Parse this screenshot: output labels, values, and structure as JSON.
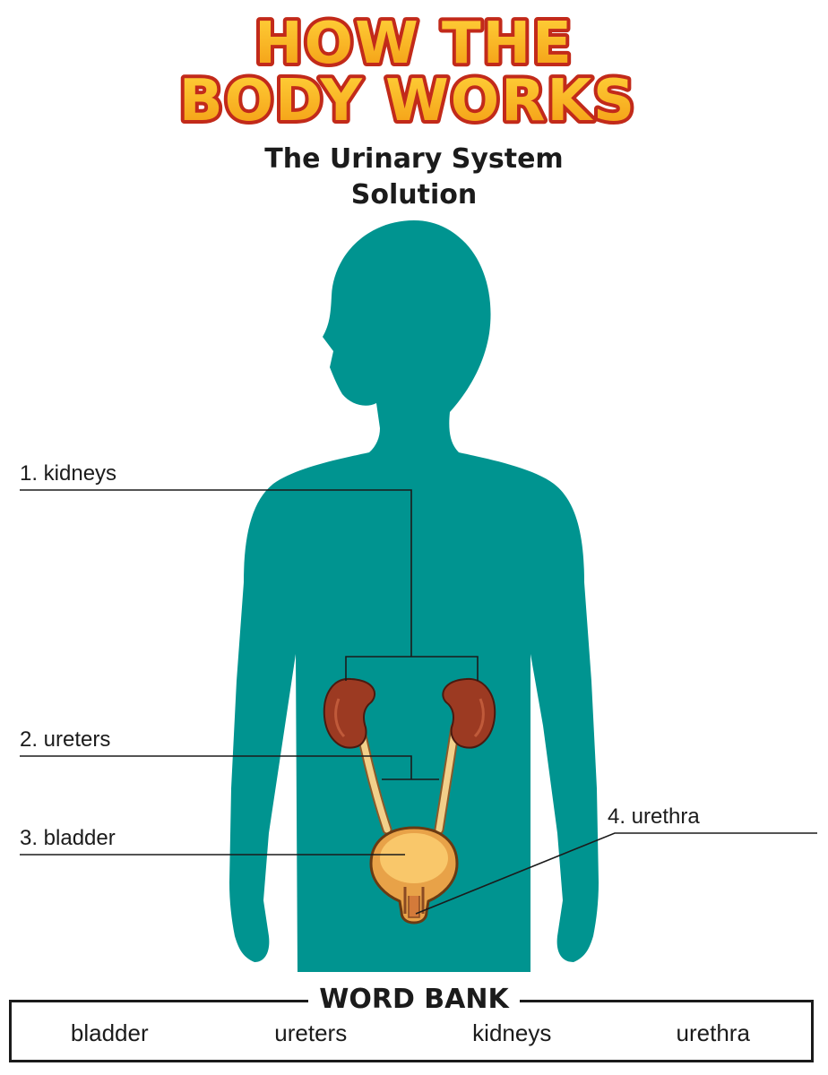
{
  "header": {
    "logo_line1": "HOW THE",
    "logo_line2": "BODY WORKS",
    "title_line1": "The Urinary System",
    "title_line2": "Solution"
  },
  "labels": [
    {
      "text": "1. kidneys"
    },
    {
      "text": "2. ureters"
    },
    {
      "text": "3. bladder"
    },
    {
      "text": "4. urethra"
    }
  ],
  "word_bank": {
    "title": "WORD BANK",
    "words": [
      "bladder",
      "ureters",
      "kidneys",
      "urethra"
    ]
  },
  "colors": {
    "body": "#009490",
    "kidney": "#9c3a22",
    "ureter": "#f2d08a",
    "bladder": "#f7bf5c",
    "logo_fill": "#ffb21e",
    "logo_outline": "#c22a1a"
  }
}
